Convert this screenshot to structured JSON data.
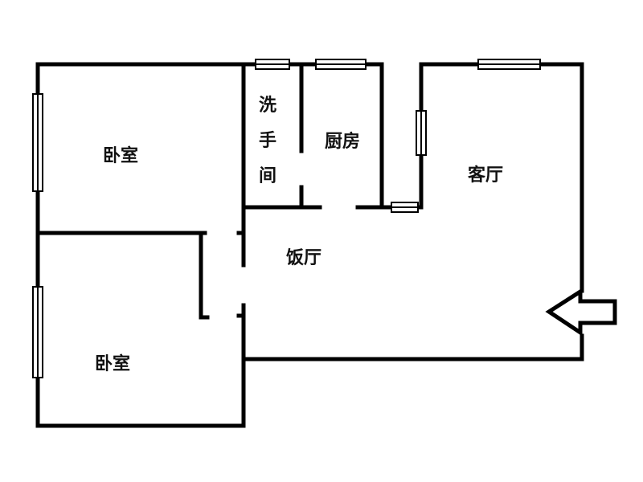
{
  "rooms": {
    "bedroom_top": "卧室",
    "bedroom_bottom": "卧室",
    "bathroom": "洗手间",
    "kitchen": "厨房",
    "living_room": "客厅",
    "dining_room": "饭厅"
  },
  "colors": {
    "wall": "#000000",
    "background": "#ffffff"
  },
  "icons": {
    "entrance": "arrow-left-icon"
  }
}
